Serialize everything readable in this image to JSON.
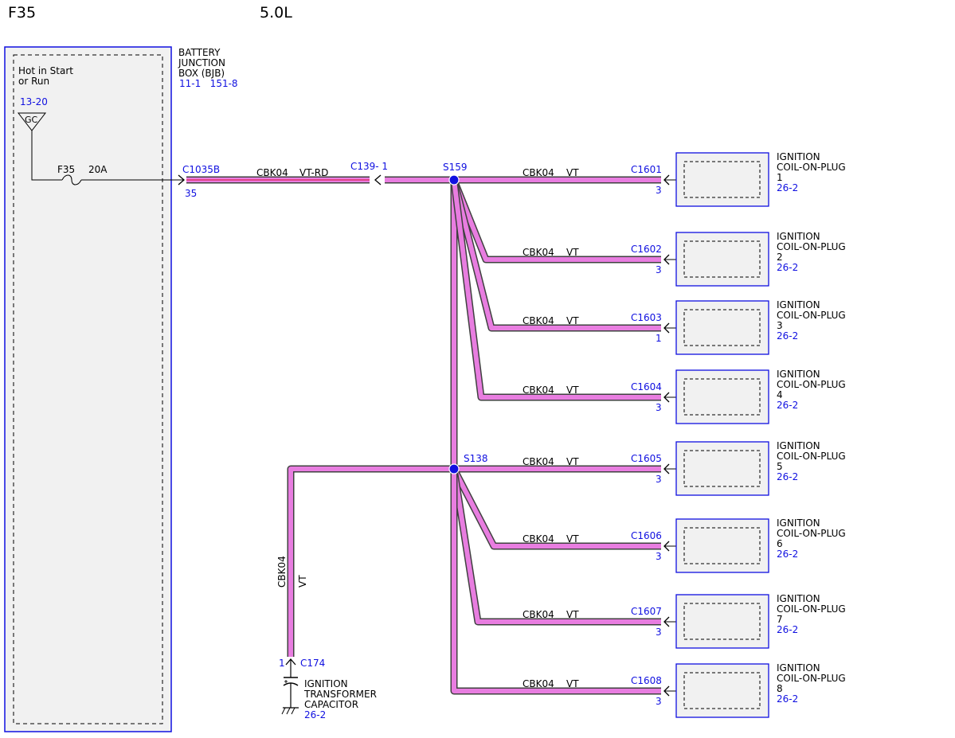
{
  "header": {
    "fuse_id": "F35",
    "engine": "5.0L"
  },
  "colors": {
    "wire_vt": "#e87de0",
    "wire_vt_rd_inner": "#e0306a",
    "splice": "#1010e0",
    "label_blue": "#1010e0",
    "box_border": "#1010e0",
    "box_fill": "#f1f1f1"
  },
  "bjb": {
    "title_lines": [
      "BATTERY",
      "JUNCTION",
      "BOX (BJB)"
    ],
    "refs": "11-1   151-8",
    "power_label_lines": [
      "Hot in Start",
      "or Run"
    ],
    "power_ref": "13-20",
    "gc_label": "GC",
    "fuse_name": "F35",
    "fuse_rating": "20A"
  },
  "feed": {
    "connector": "C1035B",
    "pin": "35",
    "circuit": "CBK04",
    "color": "VT-RD",
    "inline_connector": "C139- 1"
  },
  "splices": [
    "S159",
    "S138"
  ],
  "coils": [
    {
      "connector": "C1601",
      "pin": "3",
      "circuit": "CBK04",
      "color": "VT",
      "name_lines": [
        "IGNITION",
        "COIL-ON-PLUG",
        "1"
      ],
      "ref": "26-2"
    },
    {
      "connector": "C1602",
      "pin": "3",
      "circuit": "CBK04",
      "color": "VT",
      "name_lines": [
        "IGNITION",
        "COIL-ON-PLUG",
        "2"
      ],
      "ref": "26-2"
    },
    {
      "connector": "C1603",
      "pin": "1",
      "circuit": "CBK04",
      "color": "VT",
      "name_lines": [
        "IGNITION",
        "COIL-ON-PLUG",
        "3"
      ],
      "ref": "26-2"
    },
    {
      "connector": "C1604",
      "pin": "3",
      "circuit": "CBK04",
      "color": "VT",
      "name_lines": [
        "IGNITION",
        "COIL-ON-PLUG",
        "4"
      ],
      "ref": "26-2"
    },
    {
      "connector": "C1605",
      "pin": "3",
      "circuit": "CBK04",
      "color": "VT",
      "name_lines": [
        "IGNITION",
        "COIL-ON-PLUG",
        "5"
      ],
      "ref": "26-2"
    },
    {
      "connector": "C1606",
      "pin": "3",
      "circuit": "CBK04",
      "color": "VT",
      "name_lines": [
        "IGNITION",
        "COIL-ON-PLUG",
        "6"
      ],
      "ref": "26-2"
    },
    {
      "connector": "C1607",
      "pin": "3",
      "circuit": "CBK04",
      "color": "VT",
      "name_lines": [
        "IGNITION",
        "COIL-ON-PLUG",
        "7"
      ],
      "ref": "26-2"
    },
    {
      "connector": "C1608",
      "pin": "3",
      "circuit": "CBK04",
      "color": "VT",
      "name_lines": [
        "IGNITION",
        "COIL-ON-PLUG",
        "8"
      ],
      "ref": "26-2"
    }
  ],
  "capacitor": {
    "connector": "C174",
    "pin": "1",
    "circuit": "CBK04",
    "color": "VT",
    "name_lines": [
      "IGNITION",
      "TRANSFORMER",
      "CAPACITOR"
    ],
    "ref": "26-2"
  }
}
